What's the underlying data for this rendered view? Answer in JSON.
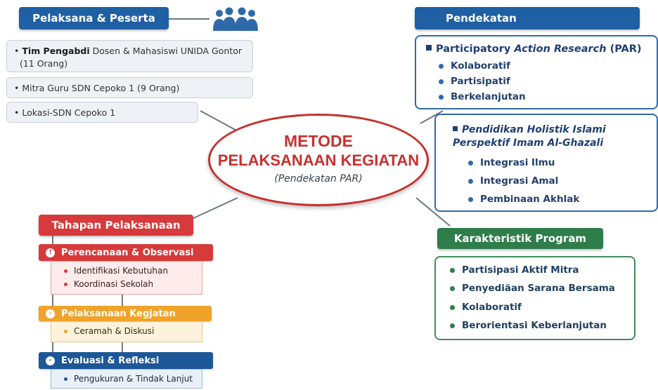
{
  "center": {
    "title_line1": "METODE",
    "title_line2": "PELAKSANAAN KEGIATAN",
    "subtitle": "(Pendekatan PAR)"
  },
  "pelaksana": {
    "header": "Pelaksana & Peserta",
    "icon": "people-group-icon",
    "item1_bold": "Tim Pengabdi",
    "item1_rest": " Dosen & Mahasiswi UNIDA Gontor",
    "item1_line2": "(11 Orang)",
    "item2": "Mitra Guru SDN Cepoko 1 (9 Orang)",
    "item3": "Lokasi-SDN Cepoko 1"
  },
  "pendekatan": {
    "header": "Pendekatan",
    "par_title_a": "Participatory ",
    "par_title_b": "Action Research",
    "par_title_c": " (PAR)",
    "par_items": [
      "Kolaboratif",
      "Partisipatif",
      "Berkelanjutan"
    ],
    "holistik_line1": "Pendidikan Holistik Islami",
    "holistik_line2": "Perspektif Imam Al-Ghazali",
    "holistik_items": [
      "Integrasi Ilmu",
      "Integrasi Amal",
      "Pembinaan Akhlak"
    ]
  },
  "tahapan": {
    "header": "Tahapan Pelaksanaan",
    "steps": [
      {
        "title": "Perencanaan & Observasi",
        "icon": "!",
        "items": [
          "Identifikasi Kebutuhan",
          "Koordinasi Sekolah"
        ]
      },
      {
        "title": "Pelaksanaan Kegjatan",
        "icon": "›",
        "items": [
          "Ceramah & Diskusi"
        ]
      },
      {
        "title": "Evaluasi & Refleksi",
        "icon": "›",
        "items": [
          "Pengukuran & Tindak Lanjut"
        ]
      }
    ]
  },
  "karakteristik": {
    "header": "Karakteristik Program",
    "items": [
      "Partisipasi Aktif Mitra",
      "Penyediäan Sarana Bersama",
      "Kolaboratif",
      "Berorientasi Keberlanjutan"
    ]
  },
  "colors": {
    "blue": "#1f5fa3",
    "red": "#d63a3a",
    "green": "#2e7d4a",
    "orange": "#f0a32a",
    "navy": "#1d5796"
  }
}
